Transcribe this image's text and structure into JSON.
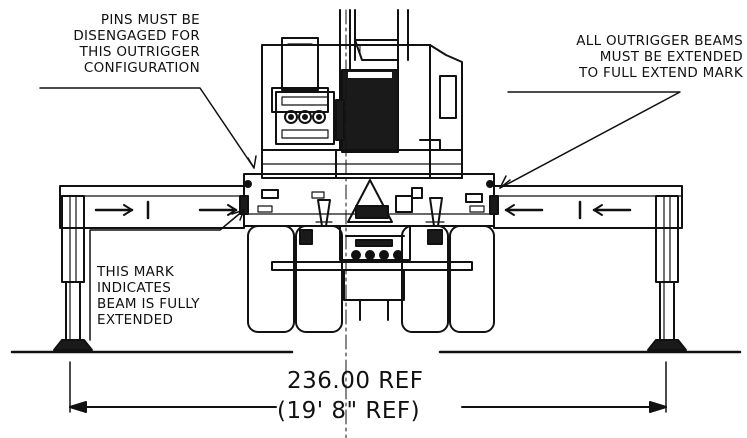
{
  "callouts": {
    "pins": [
      "PINS MUST BE",
      "DISENGAGED FOR",
      "THIS OUTRIGGER",
      "CONFIGURATION"
    ],
    "beams": [
      "ALL OUTRIGGER BEAMS",
      "MUST BE EXTENDED",
      "TO FULL EXTEND MARK"
    ],
    "mark": [
      "THIS MARK",
      "INDICATES",
      "BEAM IS FULLY",
      "EXTENDED"
    ]
  },
  "dimension": {
    "primary": "236.00 REF",
    "secondary": "(19' 8\" REF)"
  }
}
